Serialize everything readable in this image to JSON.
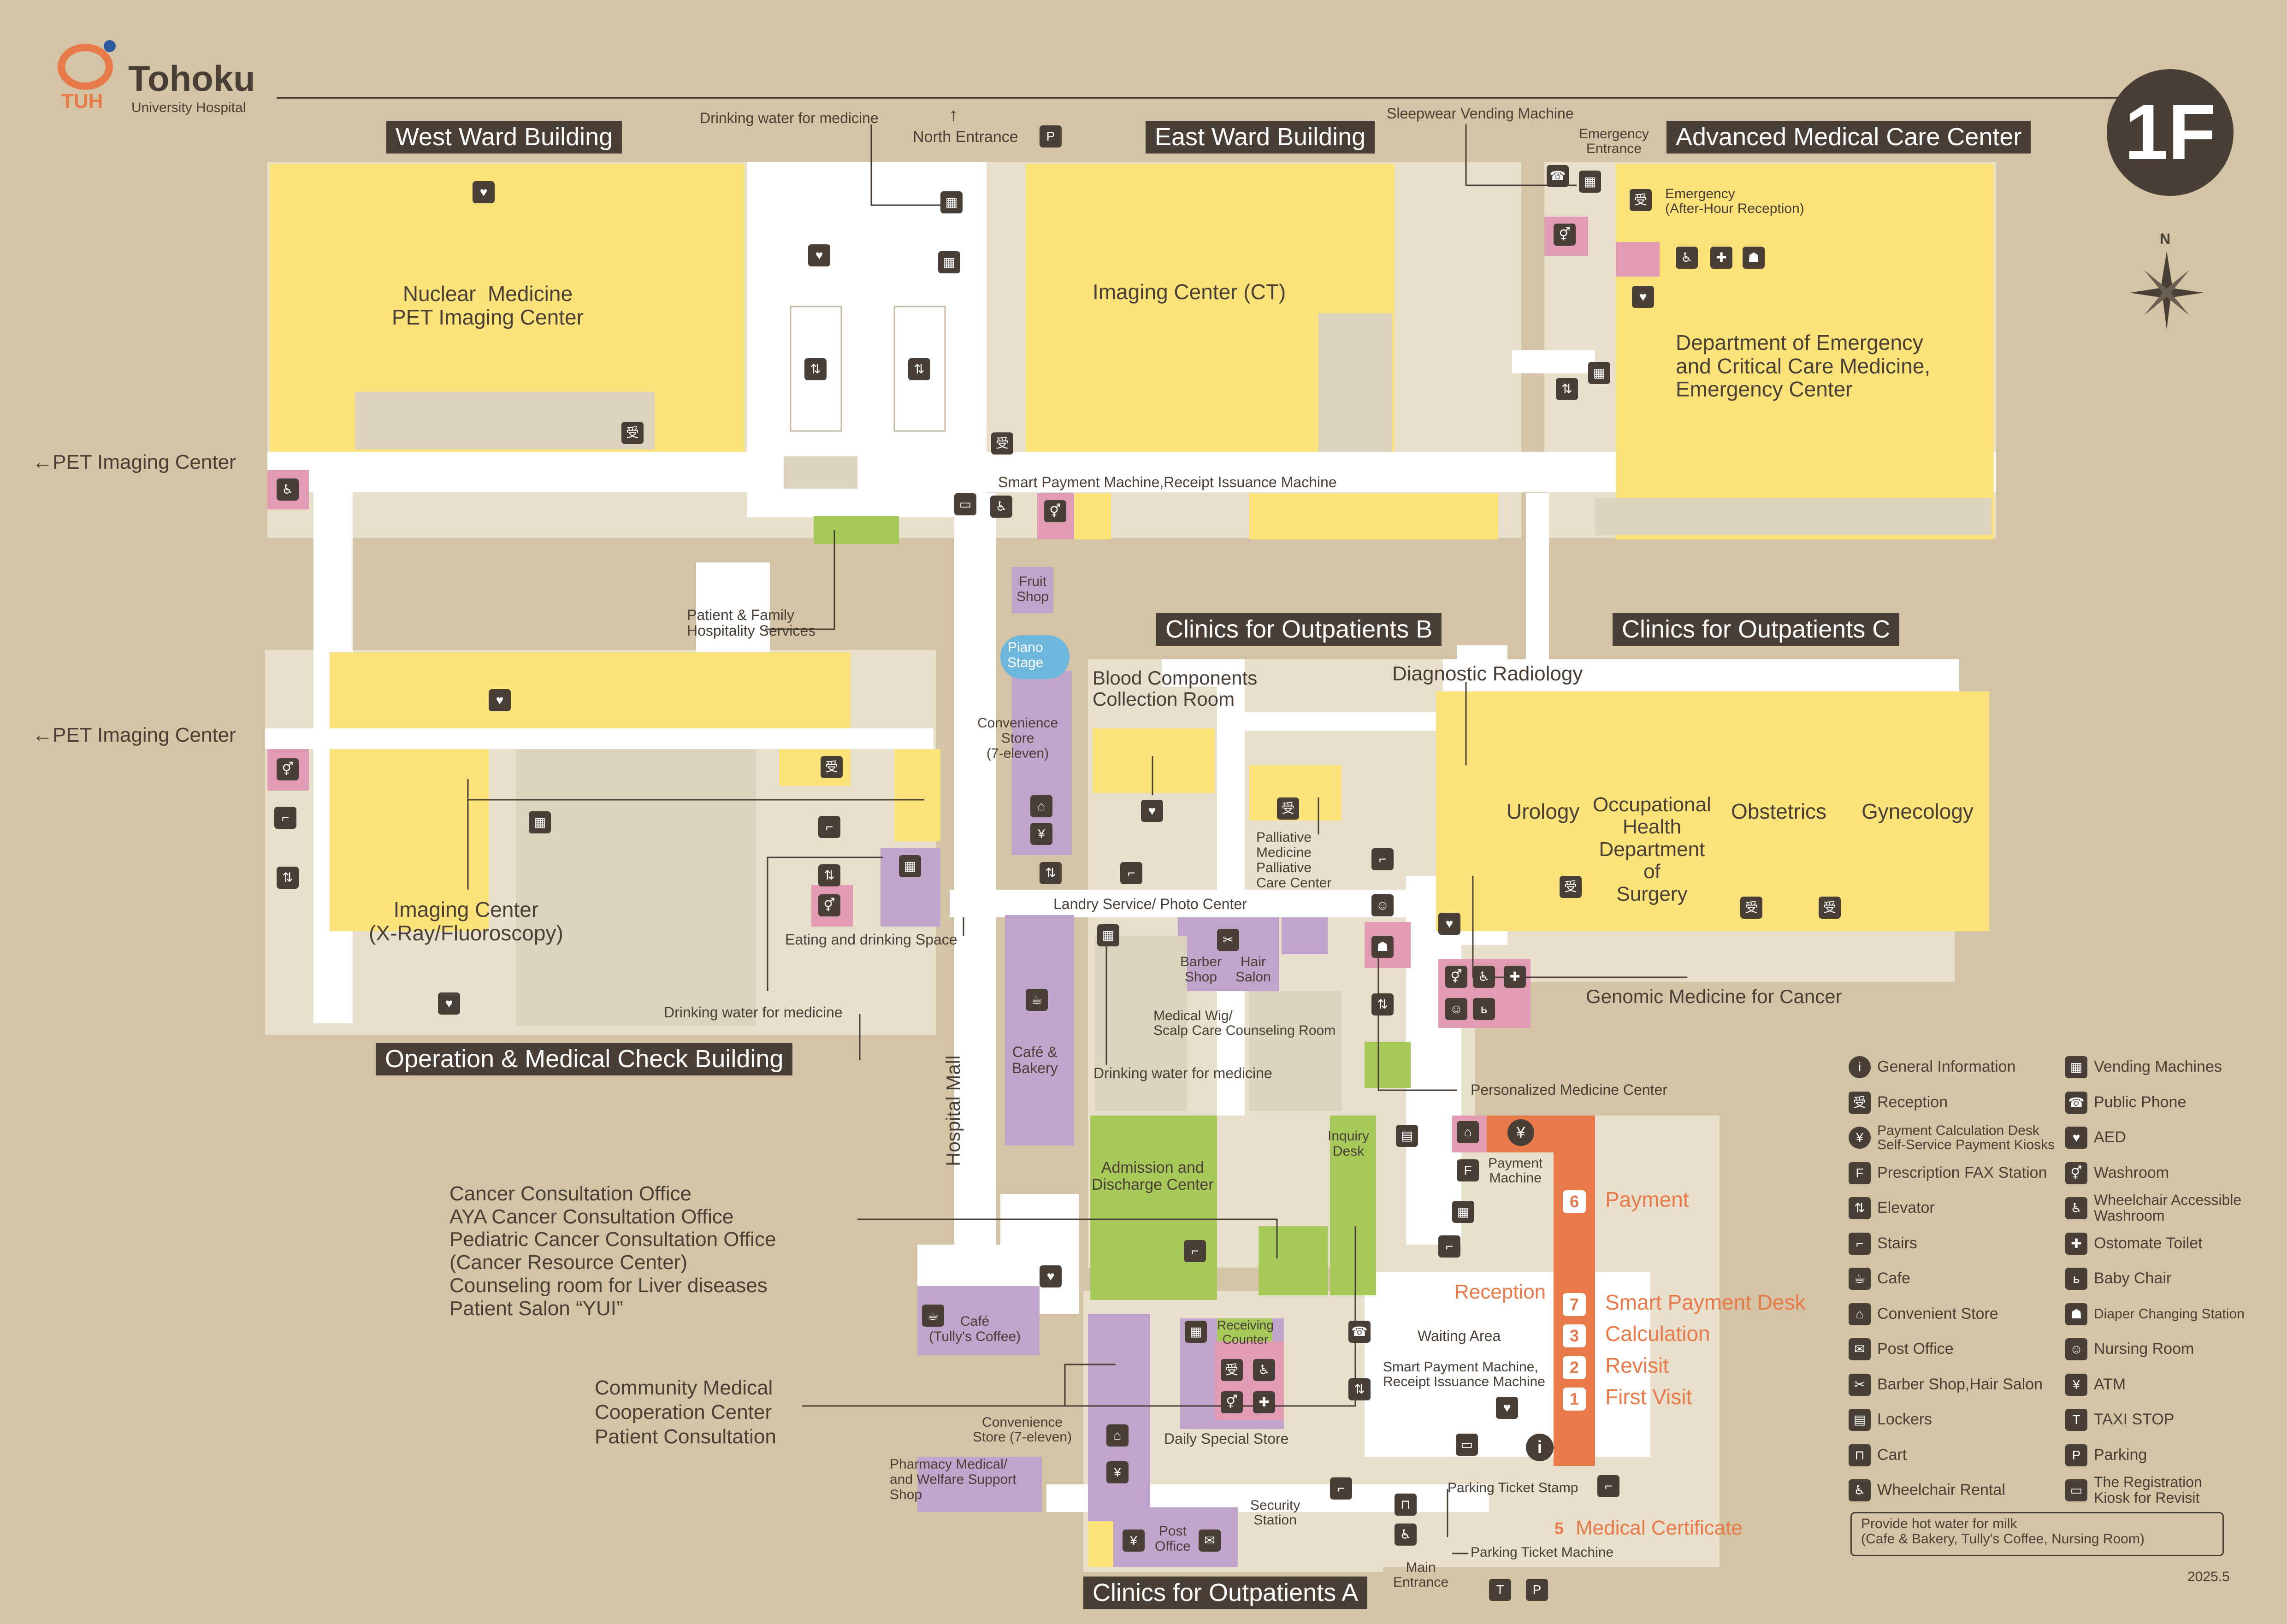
{
  "header": {
    "hospital_name": "Tohoku",
    "hospital_sub": "University Hospital",
    "logo_letters": "TUH",
    "floor": "1F",
    "north": "N",
    "date": "2025.5"
  },
  "buildings": {
    "west_ward": "West Ward Building",
    "east_ward": "East Ward Building",
    "advanced": "Advanced Medical Care Center",
    "outpatients_b": "Clinics for Outpatients B",
    "outpatients_c": "Clinics for Outpatients C",
    "operation": "Operation & Medical Check Building",
    "outpatients_a": "Clinics for Outpatients A"
  },
  "rooms": {
    "nuclear": "Nuclear  Medicine\nPET Imaging Center",
    "imaging_ct": "Imaging Center (CT)",
    "emergency_dept": "Department of Emergency\nand Critical Care Medicine,\nEmergency Center",
    "imaging_xray": "Imaging Center\n(X-Ray/Fluoroscopy)",
    "blood": "Blood Components\nCollection Room",
    "diagnostic": "Diagnostic Radiology",
    "urology": "Urology",
    "occupational": "Occupational\nHealth\nDepartment\nof\nSurgery",
    "obstetrics": "Obstetrics",
    "gynecology": "Gynecology",
    "admission": "Admission and\nDischarge Center",
    "cafe_bakery": "Café &\nBakery",
    "fruit_shop": "Fruit\nShop",
    "piano": "Piano\nStage",
    "convenience_store": "Convenience\nStore\n(7-eleven)",
    "barber": "Barber\nShop",
    "hair": "Hair\nSalon",
    "palliative": "Palliative\nMedicine\nPalliative\nCare Center",
    "inquiry": "Inquiry\nDesk",
    "hospital_mall": "Hospital Mall",
    "cafe_tullys": "Café\n(Tully's Coffee)",
    "receiving": "Receiving\nCounter",
    "post_office": "Post\nOffice",
    "pharmacy": "Pharmacy Medical/\nand Welfare Support\nShop"
  },
  "labels": {
    "drinking_water_top": "Drinking water for medicine",
    "north_entrance": "North Entrance",
    "sleepwear": "Sleepwear Vending Machine",
    "emergency_entrance": "Emergency\nEntrance",
    "emergency_after": "Emergency\n(After-Hour Reception)",
    "pet_left_1": "←PET Imaging Center",
    "pet_left_2": "←PET Imaging Center",
    "smart_payment_top": "Smart Payment Machine,Receipt Issuance Machine",
    "patient_family": "Patient & Family\nHospitality Services",
    "eating_space": "Eating and drinking Space",
    "drinking_water_op": "Drinking water for medicine",
    "landry": "Landry Service/ Photo Center",
    "medical_wig": "Medical Wig/\nScalp Care Counseling Room",
    "drinking_water_mid": "Drinking water for medicine",
    "genomic": "Genomic Medicine for Cancer",
    "personalized": "Personalized Medicine Center",
    "payment_machine": "Payment\nMachine",
    "reception": "Reception",
    "waiting_area": "Waiting Area",
    "smart_payment_low": "Smart Payment Machine,\nReceipt Issuance Machine",
    "parking_stamp": "Parking Ticket Stamp",
    "parking_machine": "Parking Ticket Machine",
    "main_entrance": "Main\nEntrance",
    "security": "Security\nStation",
    "daily_store": "Daily Special Store",
    "convenience_low": "Convenience\nStore (7-eleven)",
    "cancer_block": "Cancer Consultation Office\nAYA Cancer Consultation Office\nPediatric Cancer Consultation Office\n(Cancer Resource Center)\nCounseling room for Liver diseases\nPatient Salon “YUI”",
    "community_block": "Community Medical\nCooperation Center\nPatient Consultation"
  },
  "steps": [
    {
      "num": "6",
      "label": "Payment"
    },
    {
      "num": "7",
      "label": "Smart Payment Desk"
    },
    {
      "num": "3",
      "label": "Calculation"
    },
    {
      "num": "2",
      "label": "Revisit"
    },
    {
      "num": "1",
      "label": "First Visit"
    },
    {
      "num": "5",
      "label": "Medical Certificate"
    }
  ],
  "legend": {
    "left": [
      {
        "icon": "info-icon",
        "glyph": "i",
        "label": "General Information"
      },
      {
        "icon": "reception-icon",
        "glyph": "受",
        "label": "Reception"
      },
      {
        "icon": "payment-icon",
        "glyph": "¥",
        "label": "Payment Calculation Desk\nSelf-Service Payment Kiosks"
      },
      {
        "icon": "fax-icon",
        "glyph": "F",
        "label": "Prescription FAX Station"
      },
      {
        "icon": "elevator-icon",
        "glyph": "⇅",
        "label": "Elevator"
      },
      {
        "icon": "stairs-icon",
        "glyph": "⌐",
        "label": "Stairs"
      },
      {
        "icon": "cafe-icon",
        "glyph": "☕",
        "label": "Cafe"
      },
      {
        "icon": "convenience-store-icon",
        "glyph": "⌂",
        "label": "Convenient Store"
      },
      {
        "icon": "post-office-icon",
        "glyph": "✉",
        "label": "Post Office"
      },
      {
        "icon": "barber-icon",
        "glyph": "✂",
        "label": "Barber Shop,Hair Salon"
      },
      {
        "icon": "lockers-icon",
        "glyph": "▤",
        "label": "Lockers"
      },
      {
        "icon": "cart-icon",
        "glyph": "⊓",
        "label": "Cart"
      },
      {
        "icon": "wheelchair-rental-icon",
        "glyph": "♿",
        "label": "Wheelchair Rental"
      }
    ],
    "right": [
      {
        "icon": "vending-icon",
        "glyph": "▦",
        "label": "Vending Machines"
      },
      {
        "icon": "phone-icon",
        "glyph": "☎",
        "label": "Public Phone"
      },
      {
        "icon": "aed-icon",
        "glyph": "♥",
        "label": "AED"
      },
      {
        "icon": "washroom-icon",
        "glyph": "⚥",
        "label": "Washroom"
      },
      {
        "icon": "accessible-washroom-icon",
        "glyph": "♿",
        "label": "Wheelchair Accessible\nWashroom"
      },
      {
        "icon": "ostomate-icon",
        "glyph": "✚",
        "label": "Ostomate Toilet"
      },
      {
        "icon": "baby-chair-icon",
        "glyph": "ь",
        "label": "Baby Chair"
      },
      {
        "icon": "diaper-icon",
        "glyph": "☗",
        "label": "Diaper Changing Station"
      },
      {
        "icon": "nursing-room-icon",
        "glyph": "☺",
        "label": "Nursing Room"
      },
      {
        "icon": "atm-icon",
        "glyph": "¥",
        "label": "ATM"
      },
      {
        "icon": "taxi-icon",
        "glyph": "T",
        "label": "TAXI STOP"
      },
      {
        "icon": "parking-icon",
        "glyph": "P",
        "label": "Parking"
      },
      {
        "icon": "kiosk-icon",
        "glyph": "▭",
        "label": "The Registration\nKiosk for Revisit"
      }
    ],
    "note": "Provide hot water for milk\n(Cafe & Bakery, Tully's Coffee, Nursing Room)"
  },
  "colors": {
    "background": "#d2c4a4",
    "building": "#e8dfcc",
    "corridor": "#ffffff",
    "clinic": "#fbe37a",
    "facility": "#c0a4cc",
    "green": "#a6c95a",
    "washroom": "#e19bb4",
    "accent": "#e87a4a",
    "dark": "#4a3f36"
  }
}
